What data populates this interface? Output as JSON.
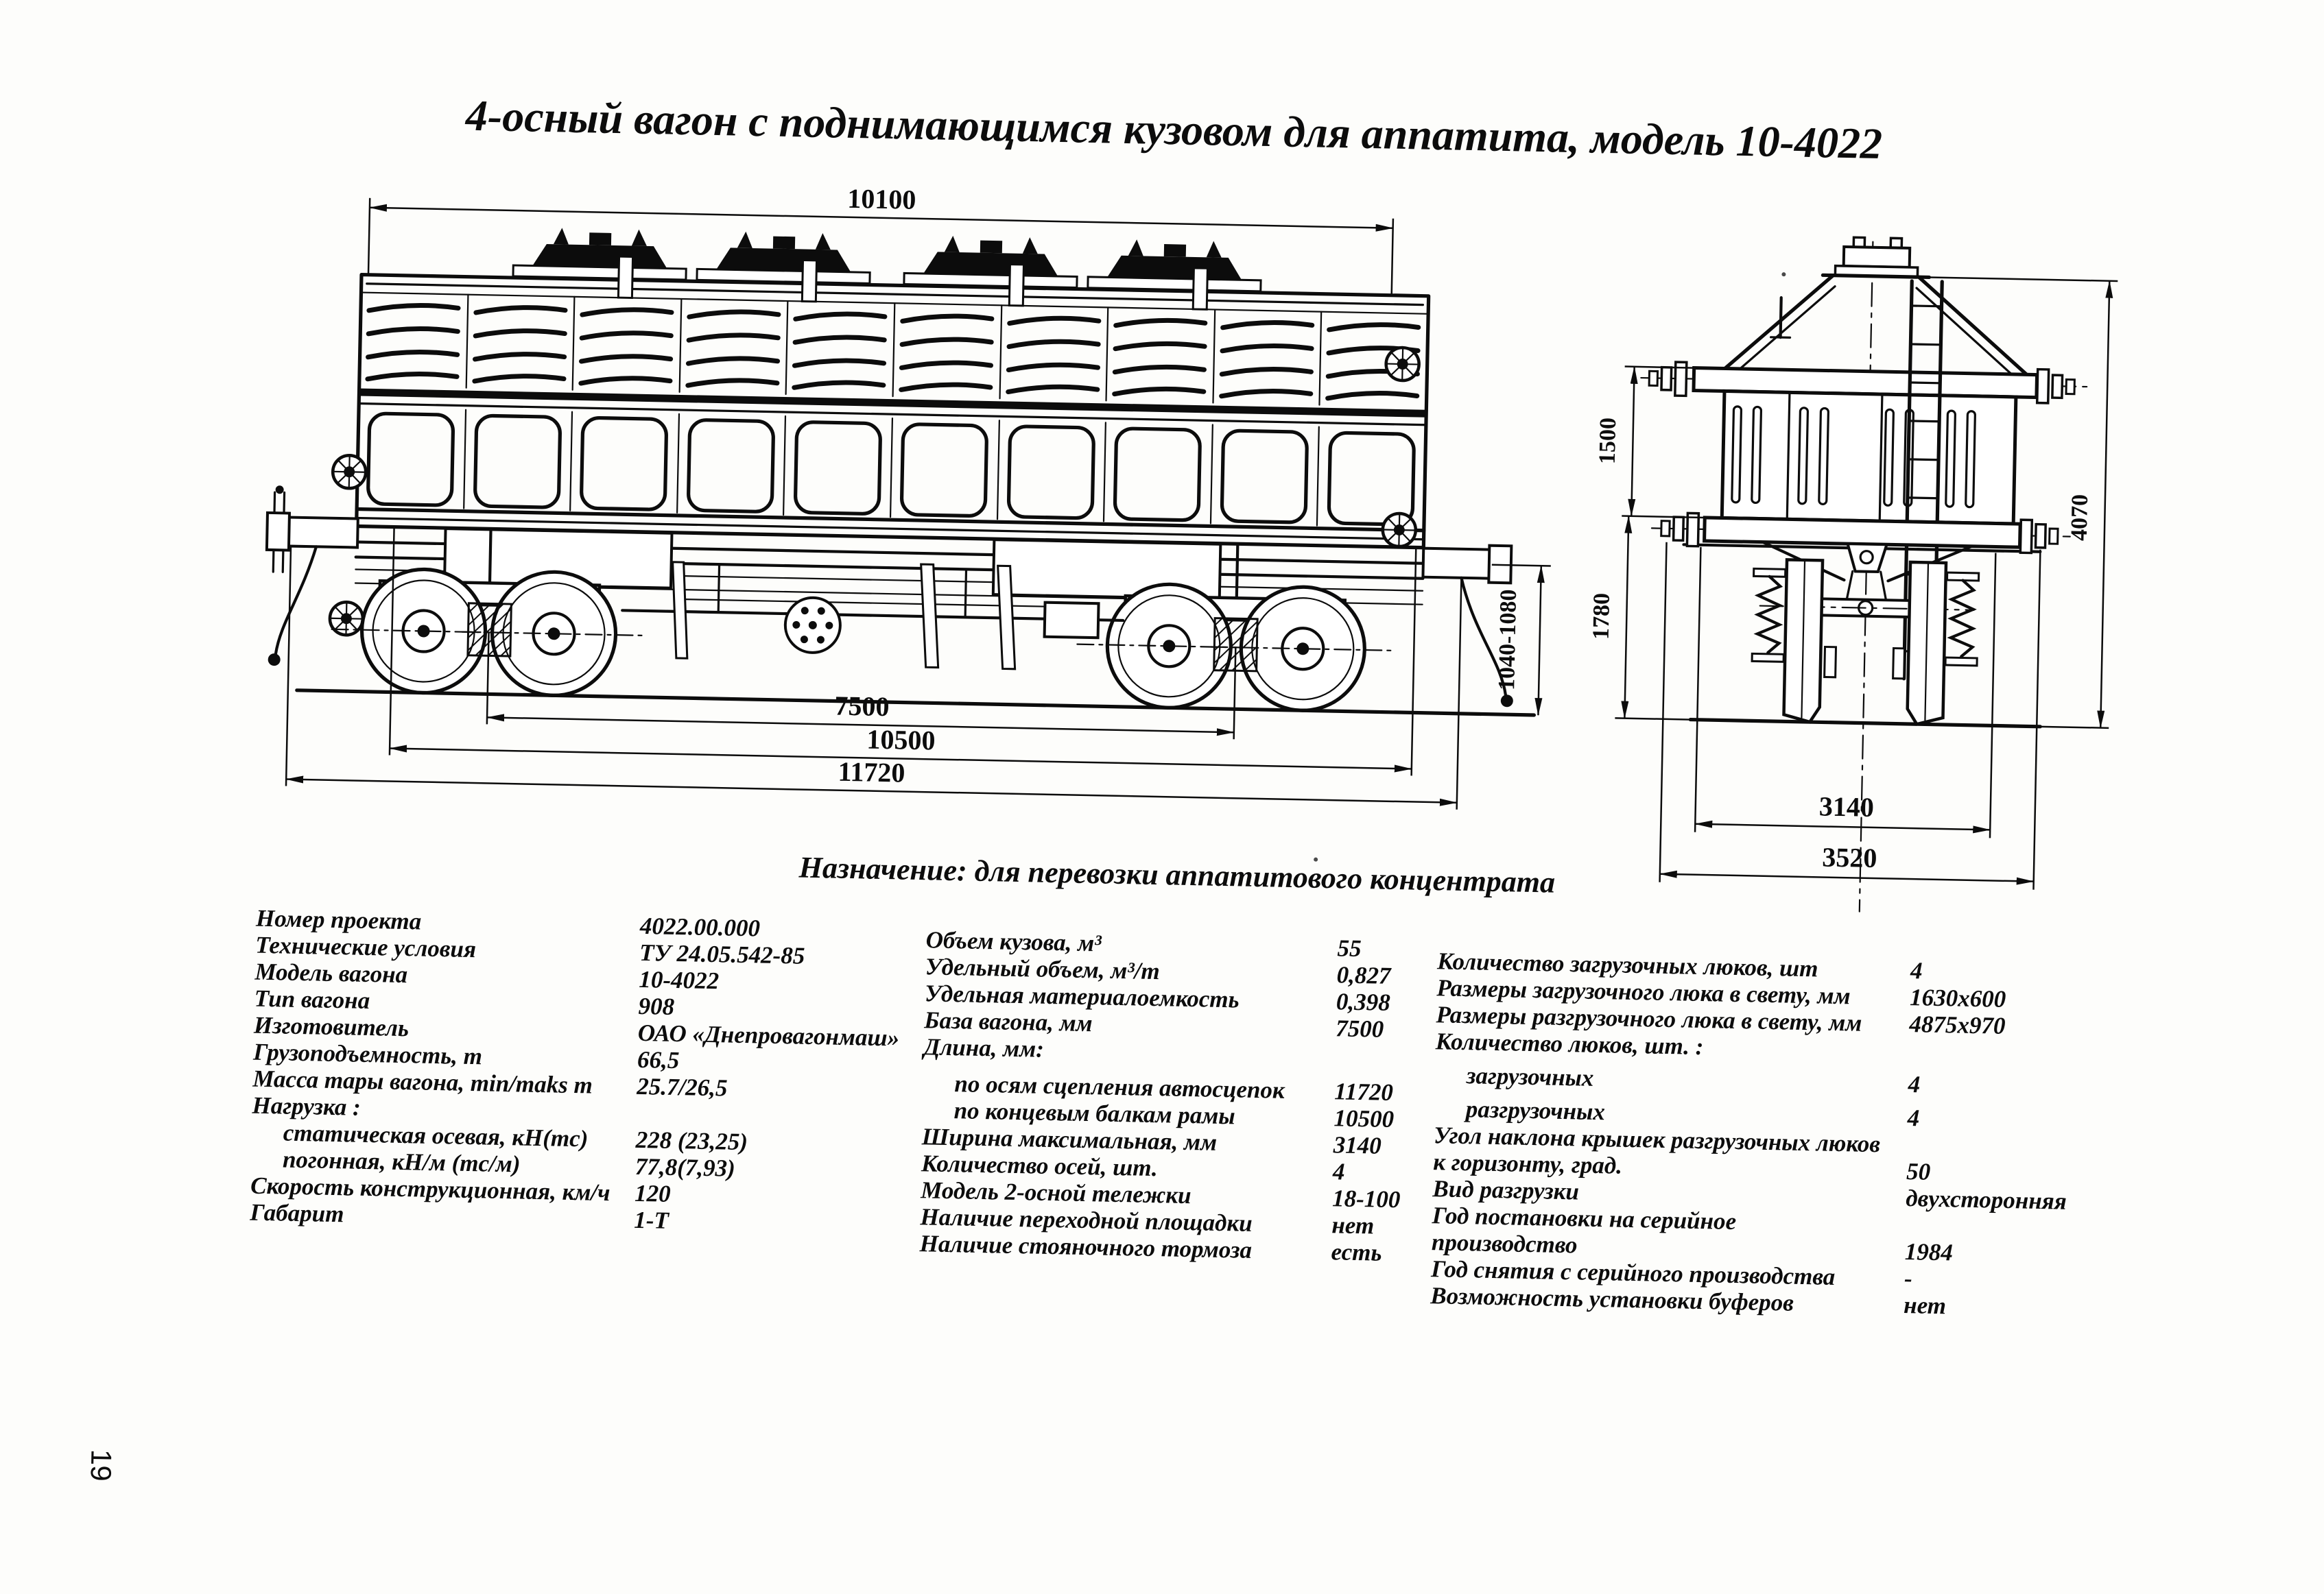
{
  "page": {
    "title": "4-осный вагон с поднимающимся кузовом для аппатита, модель 10-4022",
    "purpose": "Назначение: для перевозки аппатитового концентрата",
    "page_number": "19"
  },
  "drawings": {
    "side_view": {
      "dims": {
        "length_top": "10100",
        "coupler_axis_height": "1040-1080",
        "bogie_base": "7500",
        "frame_length": "10500",
        "coupling_length": "11720"
      }
    },
    "end_view": {
      "dims": {
        "upper_section_height": "1500",
        "lower_section_height": "1780",
        "overall_height": "4070",
        "max_width": "3140",
        "beam_span": "3520"
      }
    }
  },
  "specs": {
    "col1": [
      {
        "label": "Номер проекта",
        "value": "4022.00.000"
      },
      {
        "label": "Технические условия",
        "value": "ТУ 24.05.542-85"
      },
      {
        "label": "Модель вагона",
        "value": "10-4022"
      },
      {
        "label": "Тип вагона",
        "value": "908"
      },
      {
        "label": "Изготовитель",
        "value": "ОАО «Днепровагонмаш»"
      },
      {
        "label": "Грузоподъемность, т",
        "value": "66,5"
      },
      {
        "label": "Масса тары вагона, min/maks т",
        "value": "25.7/26,5"
      },
      {
        "label": "Нагрузка :",
        "value": ""
      },
      {
        "label": "статическая осевая, кН(тс)",
        "value": "228 (23,25)"
      },
      {
        "label": "погонная, кН/м (тс/м)",
        "value": "77,8(7,93)"
      },
      {
        "label": "Скорость конструкционная, км/ч",
        "value": "120"
      },
      {
        "label": "Габарит",
        "value": "1-Т"
      }
    ],
    "col2": [
      {
        "label": "Объем кузова, м³",
        "value": "55"
      },
      {
        "label": "Удельный объем, м³/т",
        "value": "0,827"
      },
      {
        "label": "Удельная материалоемкость",
        "value": "0,398"
      },
      {
        "label": "База вагона, мм",
        "value": "7500"
      },
      {
        "label": "Длина, мм:",
        "value": ""
      },
      {
        "label": "по осям сцепления автосцепок",
        "value": "11720"
      },
      {
        "label": "по концевым балкам рамы",
        "value": "10500"
      },
      {
        "label": "Ширина максимальная, мм",
        "value": "3140"
      },
      {
        "label": "Количество осей, шт.",
        "value": "4"
      },
      {
        "label": "Модель 2-осной тележки",
        "value": "18-100"
      },
      {
        "label": "Наличие переходной площадки",
        "value": "нет"
      },
      {
        "label": "Наличие стояночного тормоза",
        "value": "есть"
      }
    ],
    "col3": [
      {
        "label": "Количество загрузочных люков, шт",
        "value": "4"
      },
      {
        "label": "Размеры загрузочного люка в свету, мм",
        "value": "1630x600"
      },
      {
        "label": "Размеры разгрузочного люка в свету, мм",
        "value": "4875x970"
      },
      {
        "label": "Количество люков, шт. :",
        "value": ""
      },
      {
        "label": "загрузочных",
        "value": "4"
      },
      {
        "label": "разгрузочных",
        "value": "4"
      },
      {
        "label": "Угол наклона крышек разгрузочных люков\nк горизонту, град.",
        "value": "50"
      },
      {
        "label": "Вид разгрузки",
        "value": "двухсторонняя"
      },
      {
        "label": "Год постановки на серийное\nпроизводство",
        "value": "1984"
      },
      {
        "label": "Год снятия с серийного производства",
        "value": "-"
      },
      {
        "label": "Возможность установки буферов",
        "value": "нет"
      }
    ]
  }
}
